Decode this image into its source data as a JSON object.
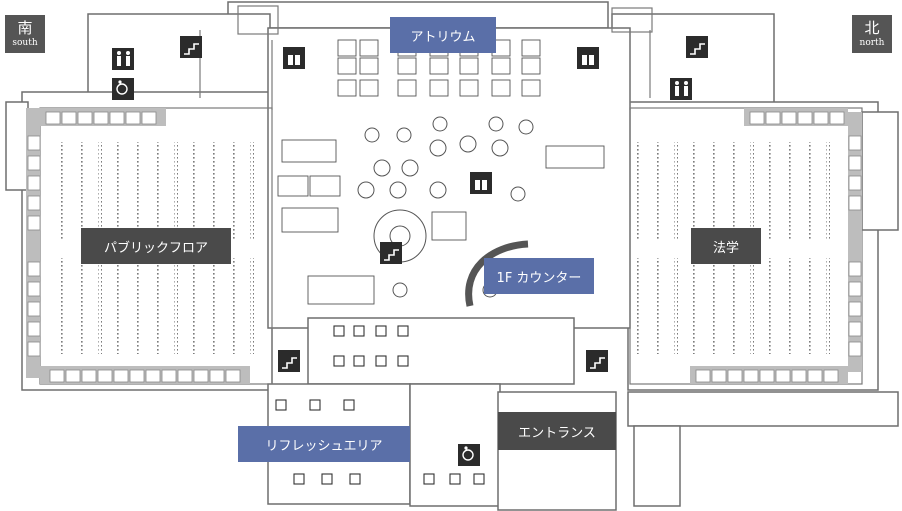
{
  "compass": {
    "south": {
      "kanji": "南",
      "en": "south"
    },
    "north": {
      "kanji": "北",
      "en": "north"
    }
  },
  "areas": {
    "atrium": "アトリウム",
    "public_floor": "パブリックフロア",
    "law": "法学",
    "counter": "1F カウンター",
    "entrance": "エントランス",
    "refresh": "リフレッシュエリア"
  },
  "colors": {
    "wall": "#6e6e6e",
    "dark_label": "#4a4a4a",
    "blue_label": "#5a6fa8",
    "icon_bg": "#2b2b2b"
  },
  "icons": [
    "elevator-icon",
    "stairs-icon",
    "restroom-icon",
    "accessible-restroom-icon"
  ]
}
